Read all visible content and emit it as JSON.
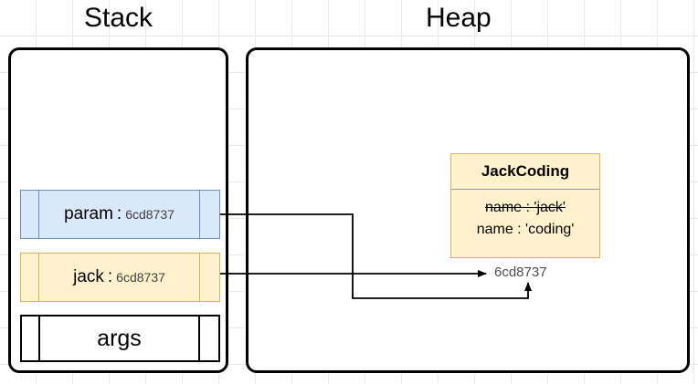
{
  "diagram": {
    "regions": [
      {
        "key": "stack",
        "title": "Stack"
      },
      {
        "key": "heap",
        "title": "Heap"
      }
    ],
    "stack_frames": [
      {
        "name": "param",
        "separator": ":",
        "value": "6cd8737",
        "style": "blue"
      },
      {
        "name": "jack",
        "separator": ":",
        "value": "6cd8737",
        "style": "yellow"
      },
      {
        "name": "args",
        "separator": "",
        "value": "",
        "style": "white"
      }
    ],
    "heap_object": {
      "title": "JackCoding",
      "fields": [
        {
          "text": "name : 'jack'",
          "struck": true
        },
        {
          "text": "name : 'coding'",
          "struck": false
        }
      ],
      "address": "6cd8737"
    },
    "colors": {
      "blue_fill": "#dae8fc",
      "blue_stroke": "#6c8ebf",
      "yellow_fill": "#fff2cc",
      "yellow_stroke": "#d6b656",
      "white_fill": "#ffffff",
      "black_stroke": "#000000",
      "grid": "#e8e8e8",
      "address_text": "#4d4d4d"
    },
    "connectors": [
      {
        "from": "param",
        "to": "heap-address",
        "path": "right-down-right-up"
      },
      {
        "from": "jack",
        "to": "heap-address",
        "path": "right"
      }
    ]
  }
}
